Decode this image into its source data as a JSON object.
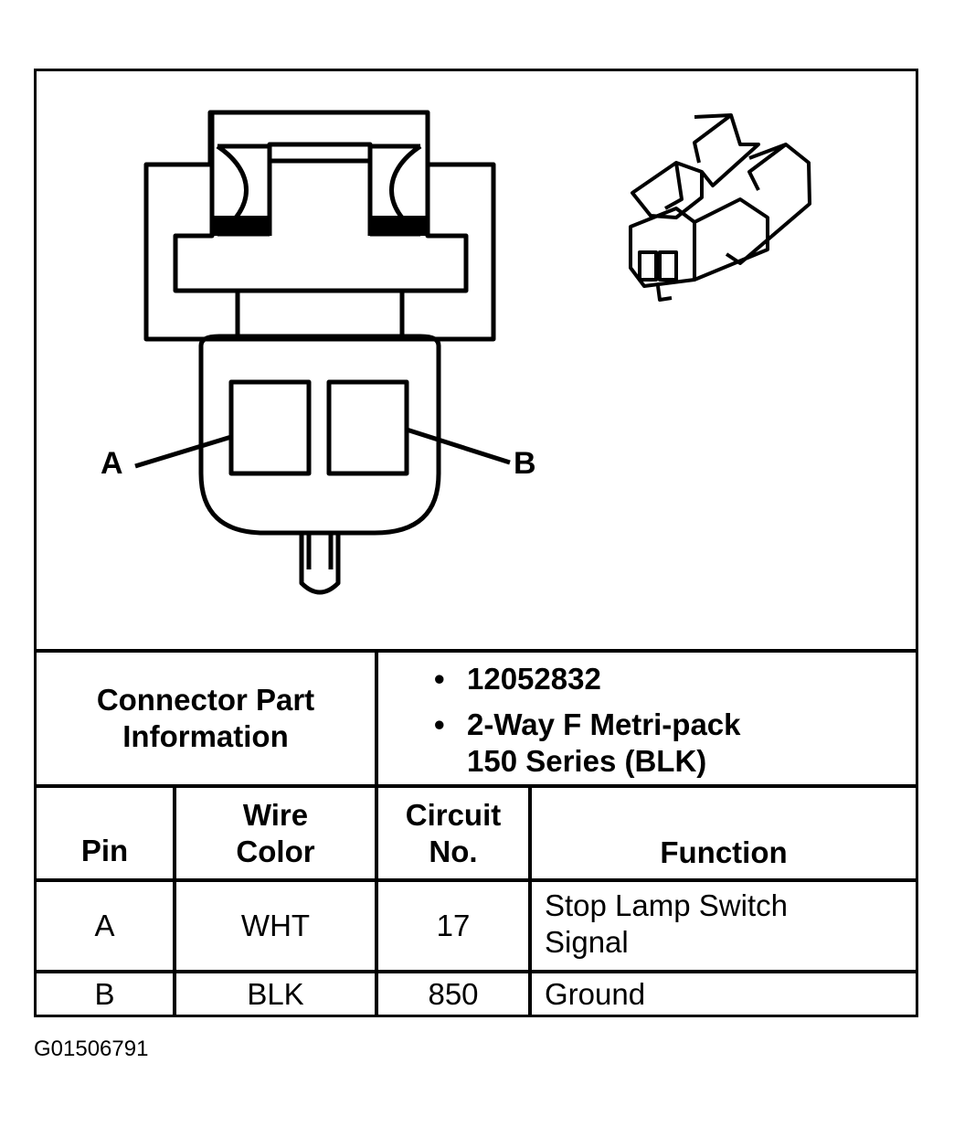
{
  "diagram": {
    "pin_labels": [
      "A",
      "B"
    ]
  },
  "connector_info": {
    "label_line1": "Connector Part",
    "label_line2": "Information",
    "items": [
      {
        "line1": "12052832",
        "line2": ""
      },
      {
        "line1": "2-Way F Metri-pack",
        "line2": "150 Series (BLK)"
      }
    ]
  },
  "table": {
    "headers": {
      "pin": "Pin",
      "wire_color_1": "Wire",
      "wire_color_2": "Color",
      "circuit_1": "Circuit",
      "circuit_2": "No.",
      "function": "Function"
    },
    "rows": [
      {
        "pin": "A",
        "wire_color": "WHT",
        "circuit": "17",
        "function_1": "Stop Lamp Switch",
        "function_2": "Signal"
      },
      {
        "pin": "B",
        "wire_color": "BLK",
        "circuit": "850",
        "function_1": "Ground",
        "function_2": ""
      }
    ]
  },
  "footer": {
    "figure_id": "G01506791"
  }
}
